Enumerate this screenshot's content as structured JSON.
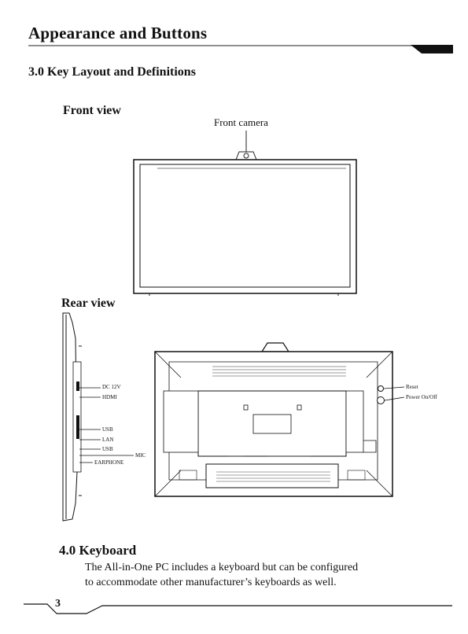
{
  "header": {
    "title": "Appearance and Buttons"
  },
  "section3": {
    "heading": "3.0 Key Layout and Definitions"
  },
  "front": {
    "label": "Front view",
    "camera_label": "Front camera"
  },
  "rear": {
    "label": "Rear view",
    "ports": {
      "dc": "DC 12V",
      "hdmi": "HDMI",
      "usb1": "USB",
      "lan": "LAN",
      "usb2": "USB",
      "mic": "MIC",
      "earphone": "EARPHONE"
    },
    "buttons": {
      "reset": "Reset",
      "power": "Power On/Off"
    }
  },
  "section4": {
    "heading": "4.0  Keyboard",
    "line1": "The All-in-One PC includes a keyboard but can be configured",
    "line2": "to accommodate other manufacturer’s keyboards as well."
  },
  "footer": {
    "page_number": "3"
  }
}
